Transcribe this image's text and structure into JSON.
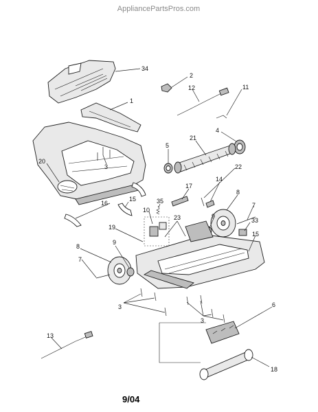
{
  "watermark": "AppliancePartsPros.com",
  "revision_date": "9/04",
  "callouts": {
    "c34": "34",
    "c2": "2",
    "c12": "12",
    "c11": "11",
    "c1": "1",
    "c4": "4",
    "c5": "5",
    "c21": "21",
    "c3a": "3",
    "c20": "20",
    "c22": "22",
    "c17": "17",
    "c14": "14",
    "c8a": "8",
    "c15a": "15",
    "c35": "35",
    "c16": "16",
    "c10": "10",
    "c7a": "7",
    "c33": "33",
    "c23": "23",
    "c9a": "9",
    "c15b": "15",
    "c19": "19",
    "c8b": "8",
    "c9b": "9",
    "c7b": "7",
    "c3b": "3",
    "c3c": "3",
    "c6": "6",
    "c13": "13",
    "c18": "18"
  }
}
